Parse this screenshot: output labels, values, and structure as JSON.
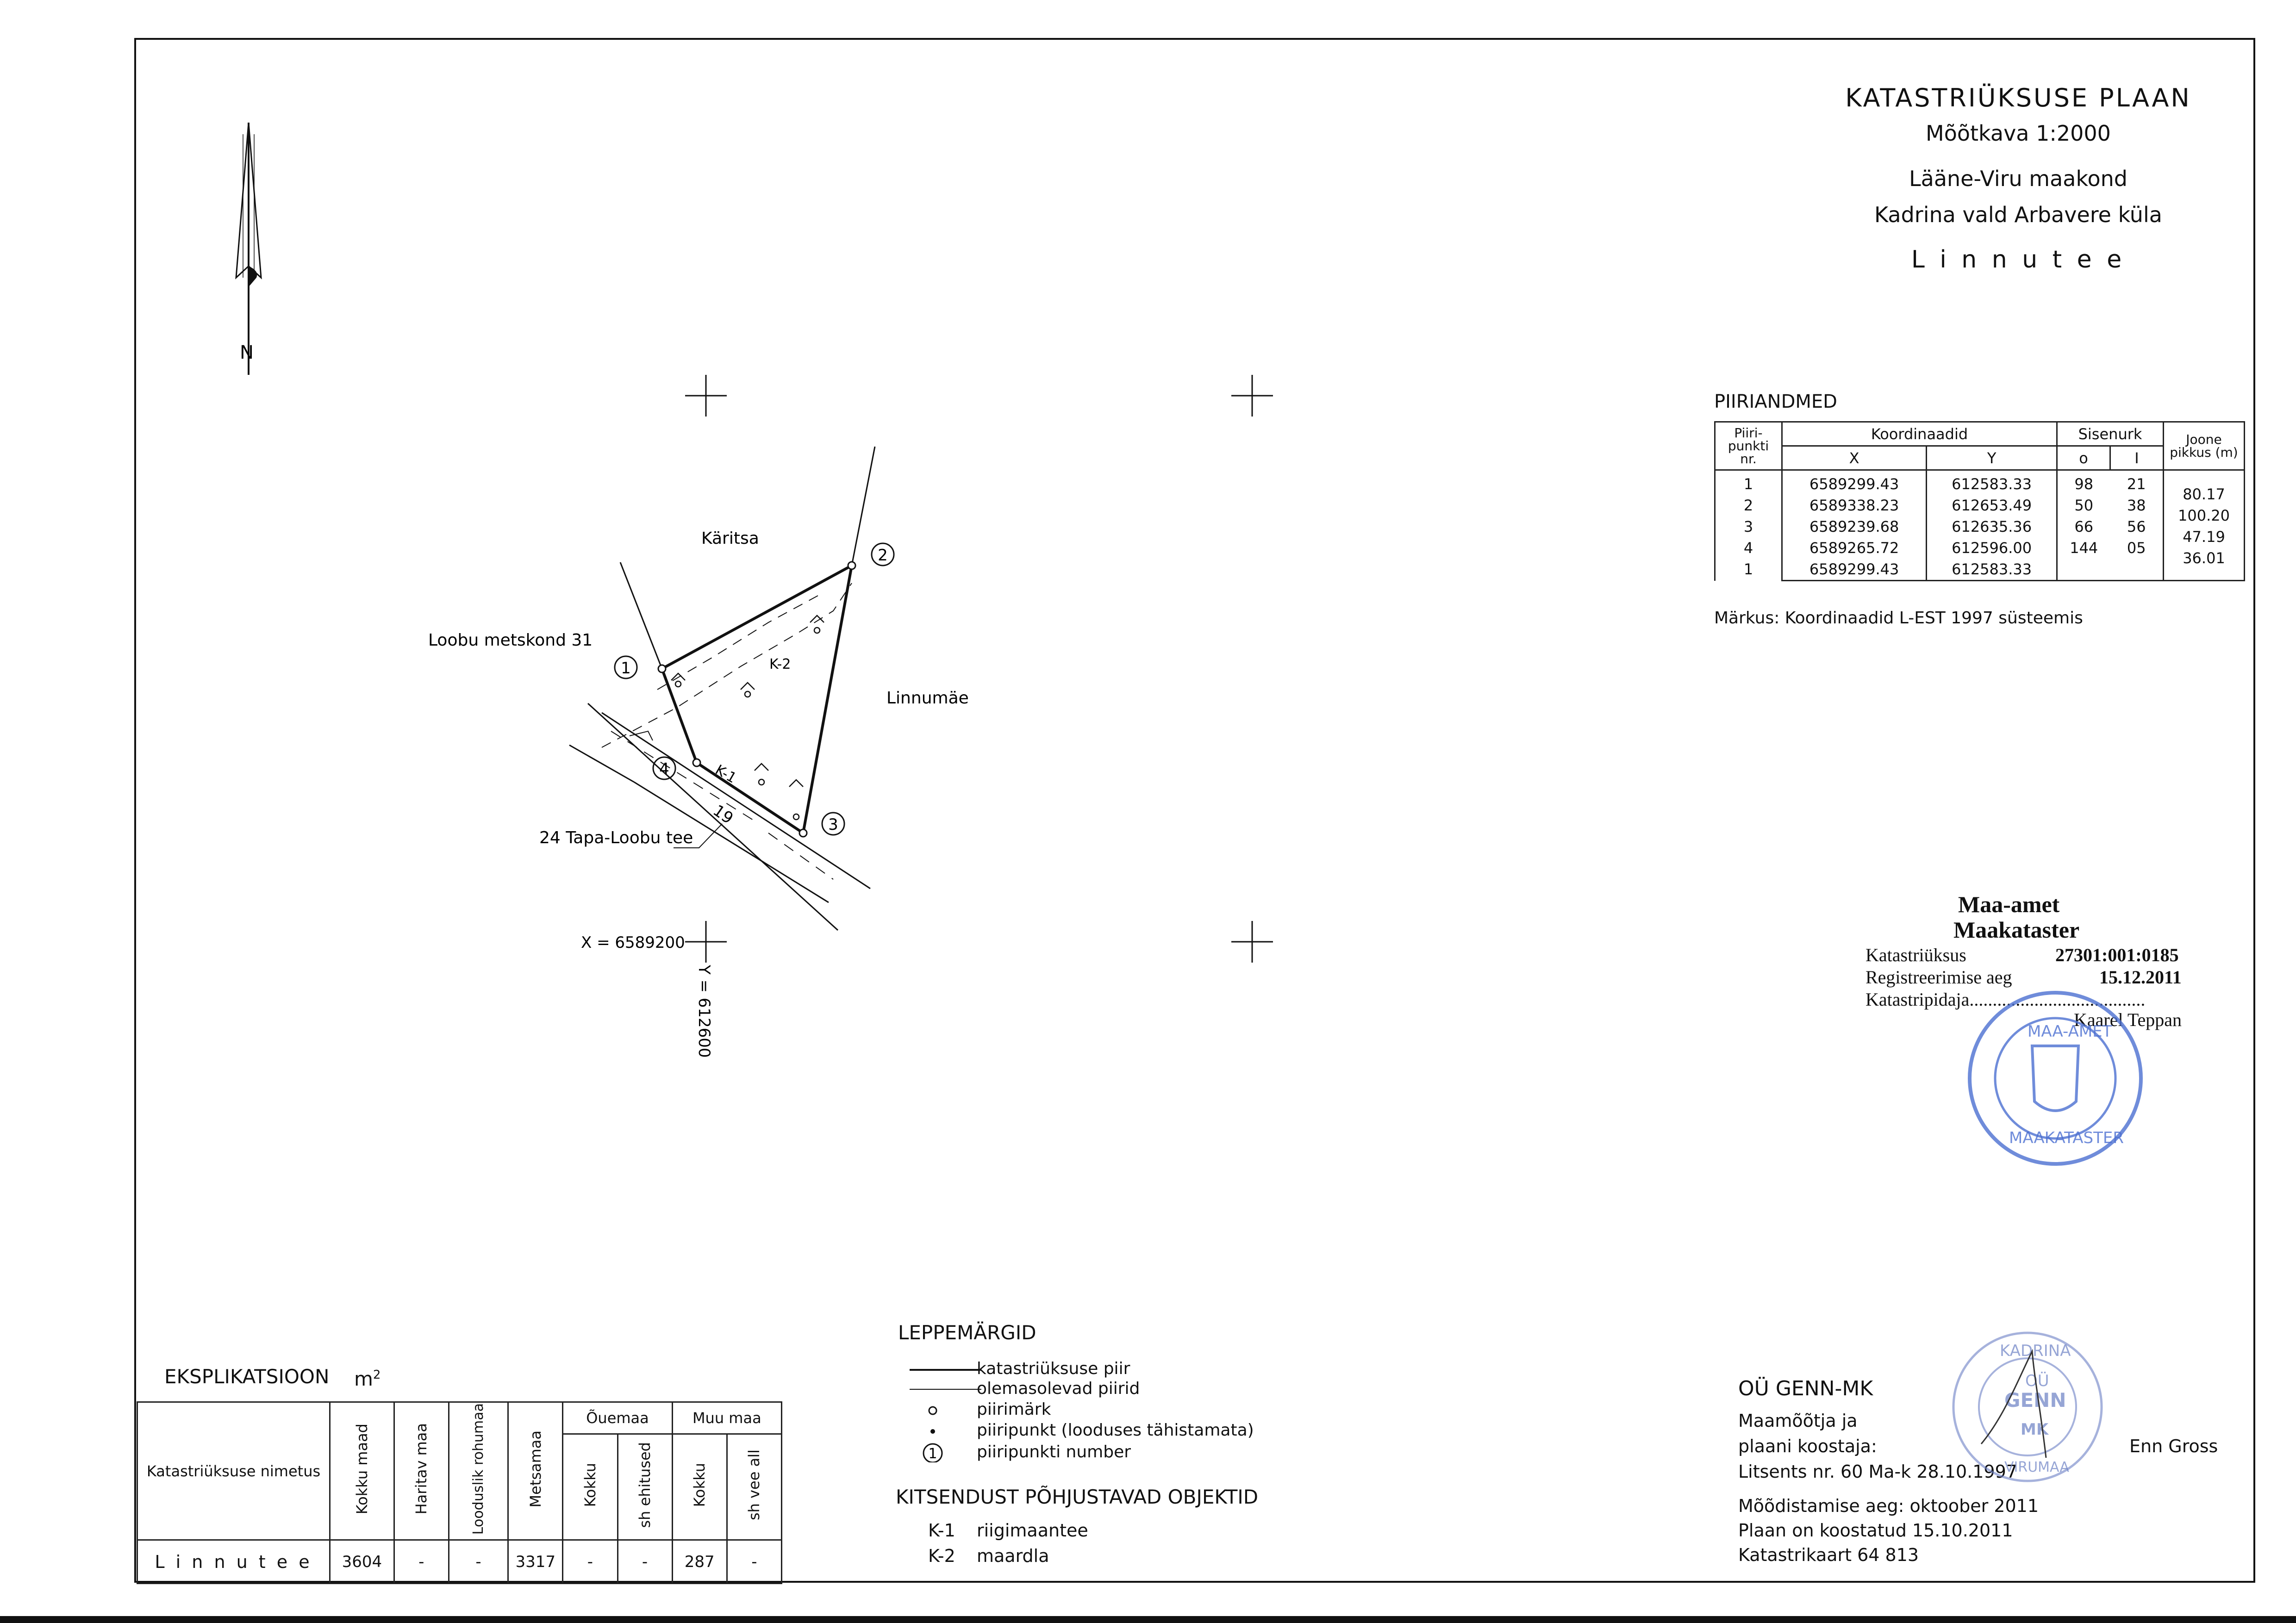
{
  "title": {
    "line1": "KATASTRIÜKSUSE  PLAAN",
    "line2": "Mõõtkava 1:2000",
    "line3": "Lääne-Viru maakond",
    "line4": "Kadrina vald   Arbavere küla",
    "line5": "L i n n u t e e"
  },
  "north_label": "N",
  "map": {
    "neighbors": {
      "karitsa": "Käritsa",
      "loobu": "Loobu metskond 31",
      "linnumae": "Linnumäe",
      "road": "24 Tapa-Loobu tee",
      "road_number": "19"
    },
    "zone_labels": {
      "k1": "K-1",
      "k2": "K-2"
    },
    "points": [
      {
        "nr": "1"
      },
      {
        "nr": "2"
      },
      {
        "nr": "3"
      },
      {
        "nr": "4"
      }
    ],
    "coord_x": "X = 6589200",
    "coord_y": "Y = 612600"
  },
  "piiriandmed": {
    "heading": "PIIRIANDMED",
    "headers": {
      "point": "Piiri-punkti nr.",
      "coords": "Koordinaadid",
      "x": "X",
      "y": "Y",
      "angle": "Sisenurk",
      "deg": "o",
      "min": "I",
      "length": "Joone pikkus (m)"
    },
    "rows": [
      {
        "nr": "1",
        "x": "6589299.43",
        "y": "612583.33",
        "deg": "98",
        "min": "21"
      },
      {
        "nr": "2",
        "x": "6589338.23",
        "y": "612653.49",
        "deg": "50",
        "min": "38"
      },
      {
        "nr": "3",
        "x": "6589239.68",
        "y": "612635.36",
        "deg": "66",
        "min": "56"
      },
      {
        "nr": "4",
        "x": "6589265.72",
        "y": "612596.00",
        "deg": "144",
        "min": "05"
      },
      {
        "nr": "1",
        "x": "6589299.43",
        "y": "612583.33",
        "deg": "",
        "min": ""
      }
    ],
    "lengths": [
      "80.17",
      "100.20",
      "47.19",
      "36.01"
    ],
    "note": "Märkus: Koordinaadid L-EST 1997 süsteemis"
  },
  "registration": {
    "org1": "Maa-amet",
    "org2": "Maakataster",
    "parcel_label": "Katastriüksus",
    "parcel_value": "27301:001:0185",
    "reg_label": "Registreerimise aeg",
    "reg_value": "15.12.2011",
    "keeper_label": "Katastripidaja......................................",
    "keeper_name": "Kaarel Teppan",
    "stamp_top": "MAA-AMET",
    "stamp_bottom": "MAAKATASTER"
  },
  "eksplikatsioon": {
    "heading": "EKSPLIKATSIOON",
    "unit": "m",
    "unit_sup": "2",
    "headers": {
      "name": "Katastriüksuse nimetus",
      "total": "Kokku maad",
      "arable": "Haritav maa",
      "grass": "Looduslik rohumaa",
      "forest": "Metsamaa",
      "yard": "Õuemaa",
      "yard_total": "Kokku",
      "yard_built": "sh ehitused",
      "other": "Muu maa",
      "other_total": "Kokku",
      "other_water": "sh vee all"
    },
    "row": {
      "name": "L i n n u t e e",
      "total": "3604",
      "arable": "-",
      "grass": "-",
      "forest": "3317",
      "yard_total": "-",
      "yard_built": "-",
      "other_total": "287",
      "other_water": "-"
    }
  },
  "legend": {
    "heading": "LEPPEMÄRGID",
    "items": [
      "katastriüksuse piir",
      "olemasolevad piirid",
      "piirimärk",
      "piiripunkt (looduses tähistamata)",
      "piiripunkti number"
    ],
    "number_symbol": "1",
    "restrictions_heading": "KITSENDUST PÕHJUSTAVAD OBJEKTID",
    "restrictions": [
      {
        "code": "K-1",
        "label": "riigimaantee"
      },
      {
        "code": "K-2",
        "label": "maardla"
      }
    ]
  },
  "author": {
    "company": "OÜ  GENN-MK",
    "line1": "Maamõõtja ja",
    "line2": "plaani koostaja:",
    "license": "Litsents nr. 60 Ma-k 28.10.1997",
    "name": "Enn Gross",
    "measured": "Mõõdistamise aeg: oktoober 2011",
    "compiled": "Plaan on koostatud 15.10.2011",
    "map_nr": "Katastrikaart 64 813",
    "stamp_top": "KADRINA",
    "stamp_mid": "GENN",
    "stamp_low": "MK",
    "stamp_oo": "OÜ",
    "stamp_bottom": "VIRUMAA"
  }
}
